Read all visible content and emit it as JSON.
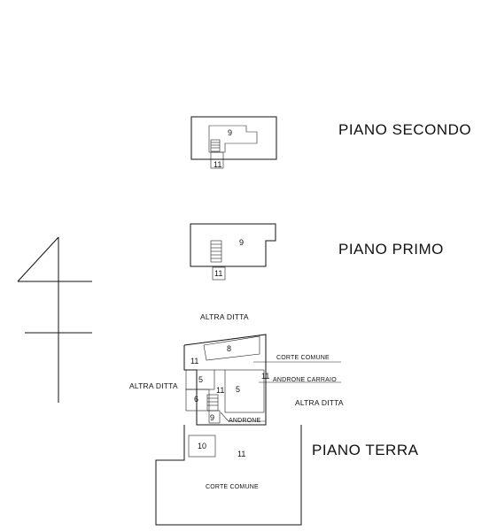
{
  "floors": {
    "second": "PIANO SECONDO",
    "first": "PIANO PRIMO",
    "ground": "PIANO TERRA"
  },
  "rooms": {
    "second_9": "9",
    "second_11": "11",
    "first_9": "9",
    "first_11": "11",
    "ground_8": "8",
    "ground_11_left": "11",
    "ground_11_right": "11",
    "ground_5_small": "5",
    "ground_5_big": "5",
    "ground_11_mid": "11",
    "ground_6": "6",
    "ground_9": "9",
    "ground_10": "10",
    "ground_11_bottom": "11"
  },
  "annotations": {
    "altra_ditta_top": "ALTRA DITTA",
    "altra_ditta_left": "ALTRA DITTA",
    "altra_ditta_right": "ALTRA DITTA",
    "corte_comune_top": "CORTE COMUNE",
    "androne_carraio": "ANDRONE CARRAIO",
    "androne": "ANDRONE",
    "corte_comune_bottom": "CORTE COMUNE"
  }
}
